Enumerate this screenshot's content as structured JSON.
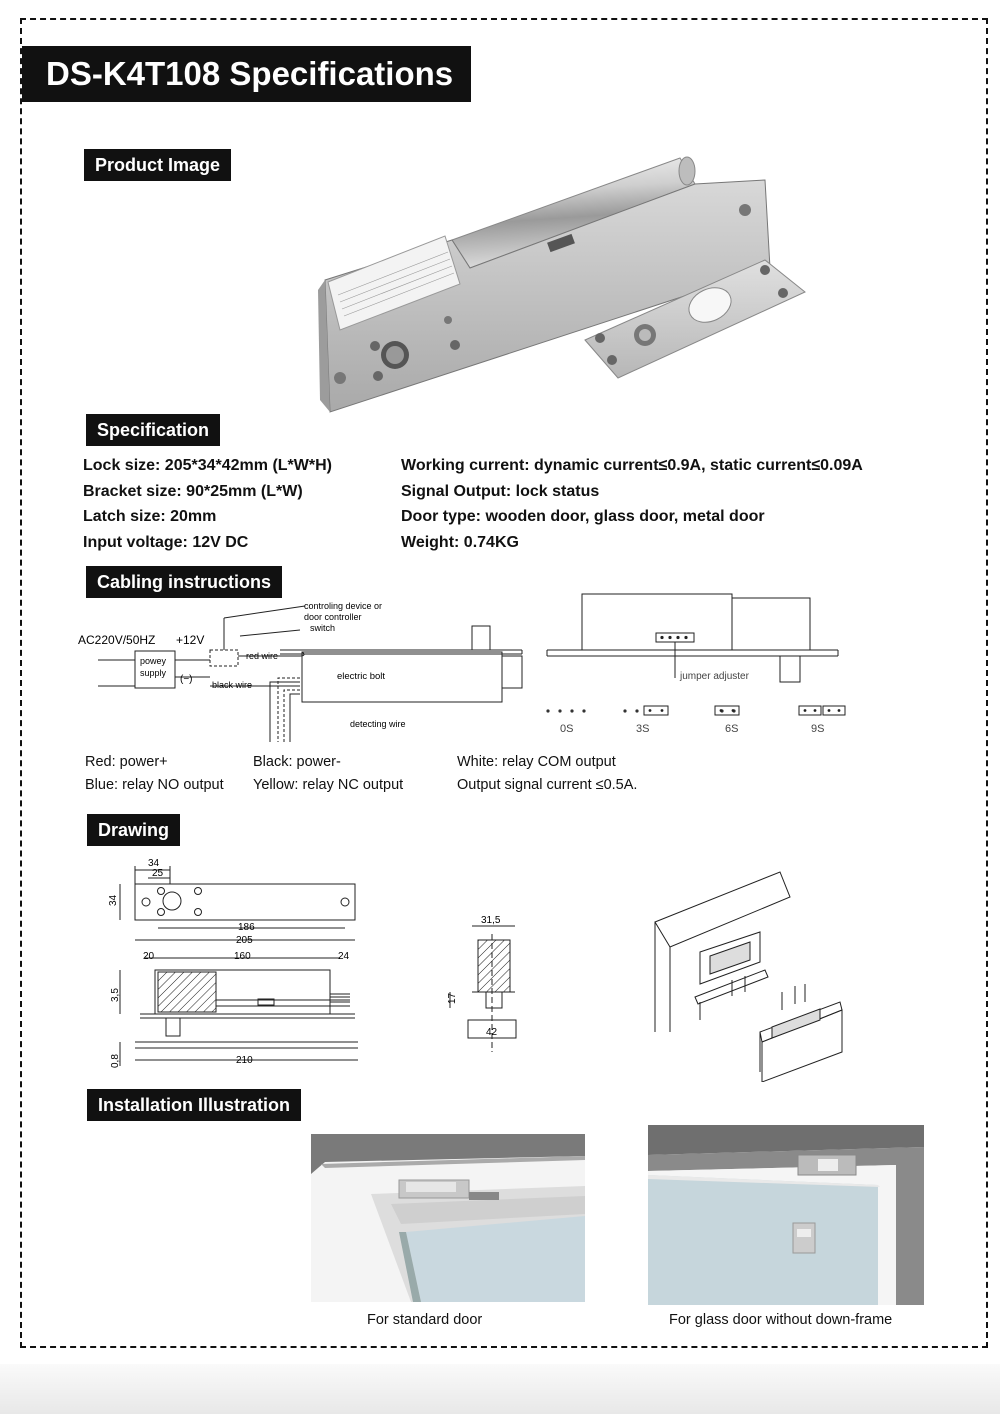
{
  "title": "DS-K4T108 Specifications",
  "sections": {
    "product_image": "Product Image",
    "specification": "Specification",
    "cabling": "Cabling instructions",
    "drawing": "Drawing",
    "installation": "Installation Illustration"
  },
  "specs_left": [
    "Lock size: 205*34*42mm (L*W*H)",
    "Bracket size: 90*25mm (L*W)",
    "Latch size: 20mm",
    "Input voltage: 12V DC"
  ],
  "specs_right": [
    "Working current: dynamic current≤0.9A, static current≤0.09A",
    "Signal Output: lock status",
    "Door type: wooden door, glass door, metal door",
    "Weight: 0.74KG"
  ],
  "cabling_diagram": {
    "supply_input": "AC220V/50HZ",
    "plus": "+12V",
    "minus": "(−)",
    "supply_line1": "powey",
    "supply_line2": "supply",
    "controller_line1": "controling device or",
    "controller_line2": "door controller",
    "controller_line3": "switch",
    "red_wire": "red wire",
    "black_wire": "black wire",
    "bolt": "electric bolt",
    "detecting_wire": "detecting wire",
    "jumper": "jumper adjuster",
    "delays": [
      "0S",
      "3S",
      "6S",
      "9S"
    ]
  },
  "wires": {
    "col1": [
      "Red: power+",
      "Blue: relay NO output"
    ],
    "col2": [
      "Black: power-",
      "Yellow: relay NC output"
    ],
    "col3": [
      "White: relay COM output",
      "Output signal current ≤0.5A."
    ]
  },
  "dimensions": {
    "d34": "34",
    "d25": "25",
    "d34v": "34",
    "d186": "186",
    "d205": "205",
    "d20": "20",
    "d160": "160",
    "d24": "24",
    "d35": "3,5",
    "d08": "0,8",
    "d210": "210",
    "d315": "31,5",
    "d17": "17",
    "d42": "42"
  },
  "captions": {
    "standard": "For standard door",
    "glass": "For glass door without down-frame"
  }
}
